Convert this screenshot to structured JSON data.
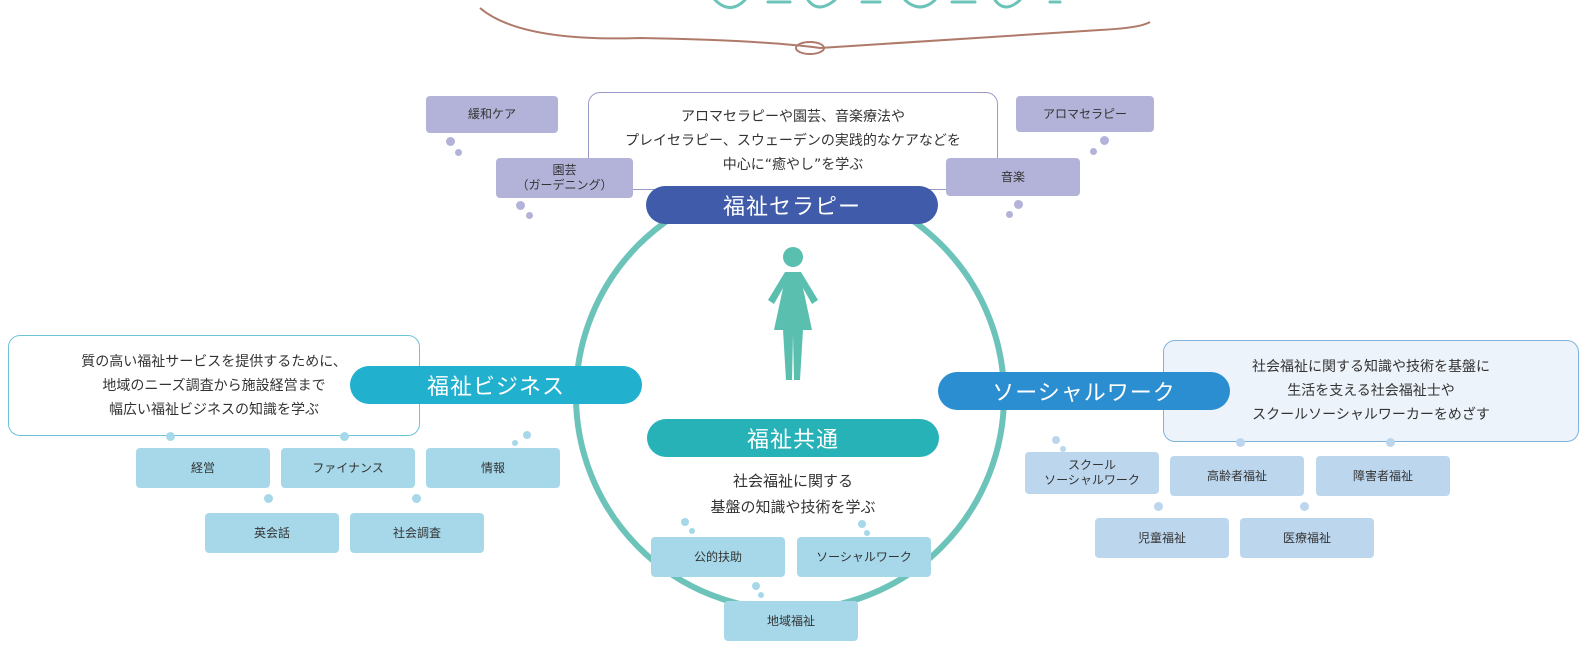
{
  "therapy": {
    "pill": "福祉セラピー",
    "description": "アロマセラピーや園芸、音楽療法や\nプレイセラピー、スウェーデンの実践的なケアなどを\n中心に“癒やし”を学ぶ",
    "tags": [
      "緩和ケア",
      "園芸\n（ガーデニング）",
      "アロマセラピー",
      "音楽"
    ]
  },
  "business": {
    "pill": "福祉ビジネス",
    "description": "質の高い福祉サービスを提供するために、\n地域のニーズ調査から施設経営まで\n幅広い福祉ビジネスの知識を学ぶ",
    "tags": [
      "経営",
      "ファイナンス",
      "情報",
      "英会話",
      "社会調査"
    ]
  },
  "social_work": {
    "pill": "ソーシャルワーク",
    "description": "社会福祉に関する知識や技術を基盤に\n生活を支える社会福祉士や\nスクールソーシャルワーカーをめざす",
    "tags": [
      "スクール\nソーシャルワーク",
      "高齢者福祉",
      "障害者福祉",
      "児童福祉",
      "医療福祉"
    ]
  },
  "common": {
    "pill": "福祉共通",
    "description": "社会福祉に関する\n基盤の知識や技術を学ぶ",
    "tags": [
      "公的扶助",
      "ソーシャルワーク",
      "地域福祉"
    ]
  },
  "colors": {
    "therapy": "#3f5ba9",
    "business": "#22b0cf",
    "social_work": "#2b8ed0",
    "common": "#27b2b8",
    "circle": "#6cc3b9",
    "figure": "#5bbfb0",
    "tag_purple": "#b3b3d9",
    "tag_blue": "#a6d8ea",
    "tag_lightblue": "#bcd6ee"
  }
}
